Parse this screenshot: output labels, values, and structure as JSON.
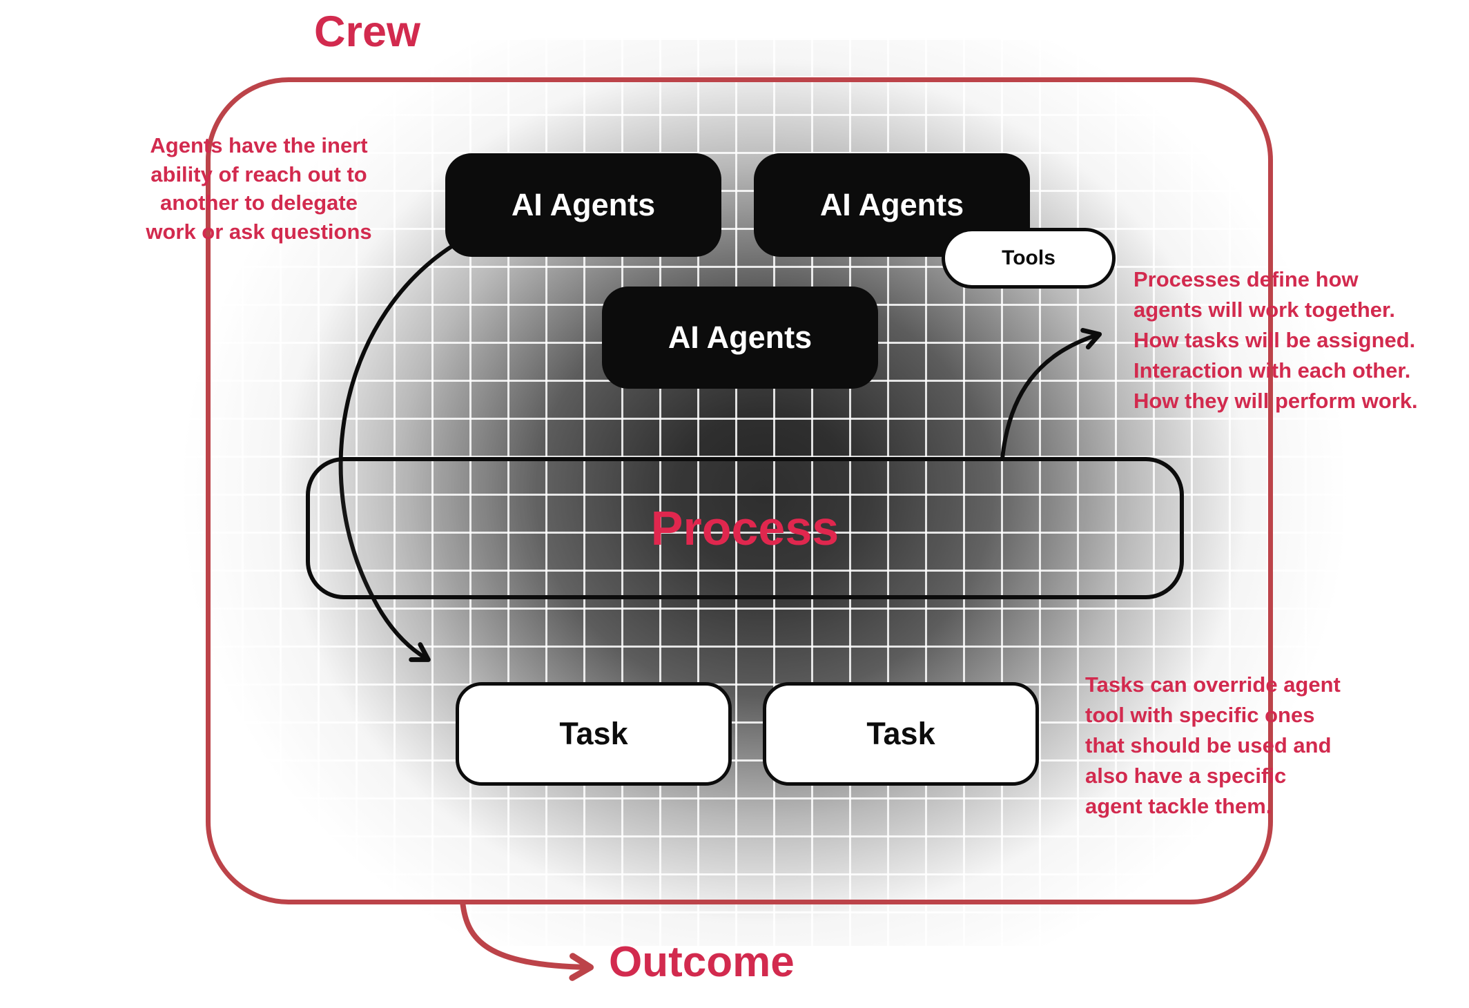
{
  "colors": {
    "accent_text": "#d22a4e",
    "frame_red": "#bc4349",
    "node_black": "#0c0c0c",
    "process_text": "#e0274e"
  },
  "frame": {
    "title": "Crew",
    "outcome_label": "Outcome"
  },
  "nodes": {
    "ai_agents_1": {
      "label": "AI Agents"
    },
    "ai_agents_2": {
      "label": "AI Agents"
    },
    "ai_agents_3": {
      "label": "AI Agents"
    },
    "tools": {
      "label": "Tools"
    },
    "process": {
      "label": "Process"
    },
    "task_1": {
      "label": "Task"
    },
    "task_2": {
      "label": "Task"
    }
  },
  "annotations": {
    "left_lines": [
      "Agents have the inert",
      "ability of reach out to",
      "another to delegate",
      "work or ask questions"
    ],
    "right_top_lines": [
      "Processes define how",
      "agents will work together.",
      "How tasks will be assigned.",
      "Interaction with each other.",
      "How they will perform work."
    ],
    "right_bottom_lines": [
      "Tasks can override agent",
      "tool with specific ones",
      "that should be used and",
      "also have a specific",
      "agent tackle them."
    ]
  }
}
